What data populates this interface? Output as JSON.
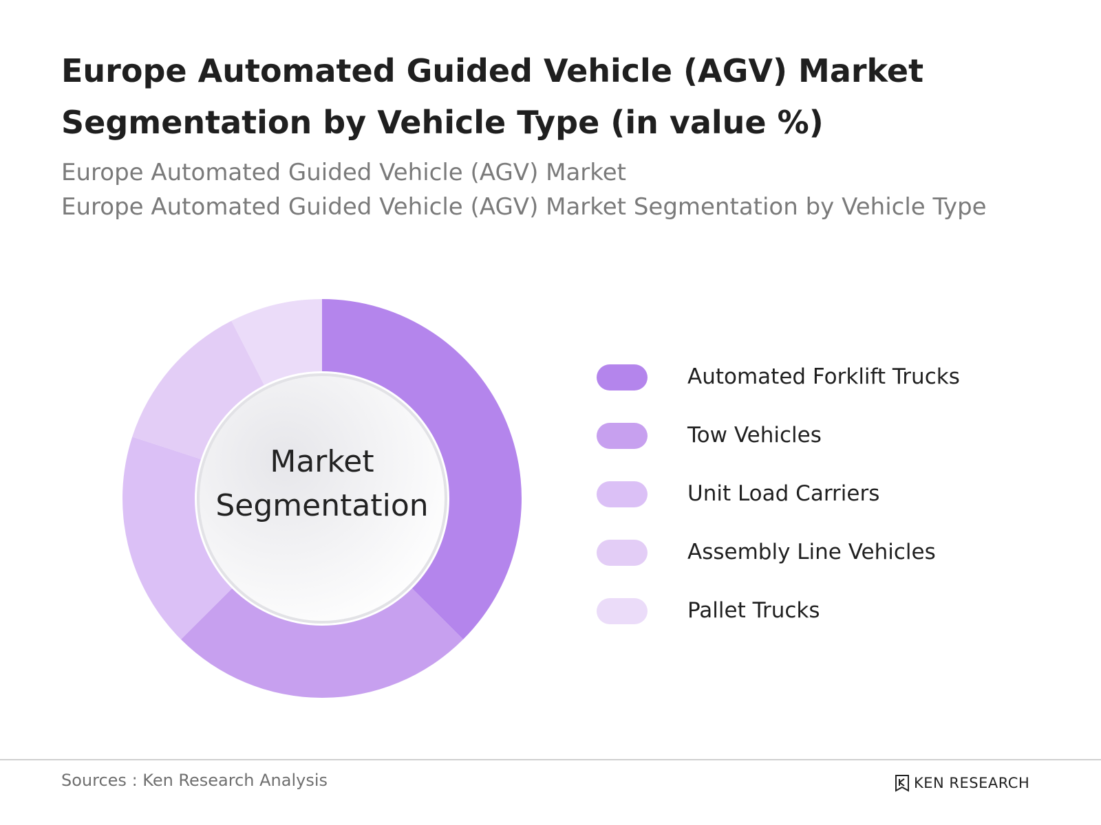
{
  "title": {
    "line1": "Europe Automated Guided Vehicle (AGV) Market",
    "line2": "Segmentation by Vehicle Type (in value %)"
  },
  "subtitle": {
    "line1": "Europe Automated Guided Vehicle (AGV) Market",
    "line2": "Europe Automated Guided Vehicle (AGV) Market Segmentation by Vehicle Type"
  },
  "center_label": {
    "line1": "Market",
    "line2": "Segmentation"
  },
  "footer": {
    "source": "Sources : Ken Research Analysis",
    "brand": "KEN RESEARCH"
  },
  "chart_data": {
    "type": "pie",
    "categories": [
      "Automated Forklift Trucks",
      "Tow Vehicles",
      "Unit Load Carriers",
      "Assembly Line Vehicles",
      "Pallet Trucks"
    ],
    "values": [
      37.5,
      25,
      17.5,
      12.5,
      7.5
    ],
    "colors": [
      "#b485ec",
      "#c7a0ef",
      "#dbc0f6",
      "#e3cdf6",
      "#ebdcf9"
    ],
    "legend_position": "right"
  }
}
